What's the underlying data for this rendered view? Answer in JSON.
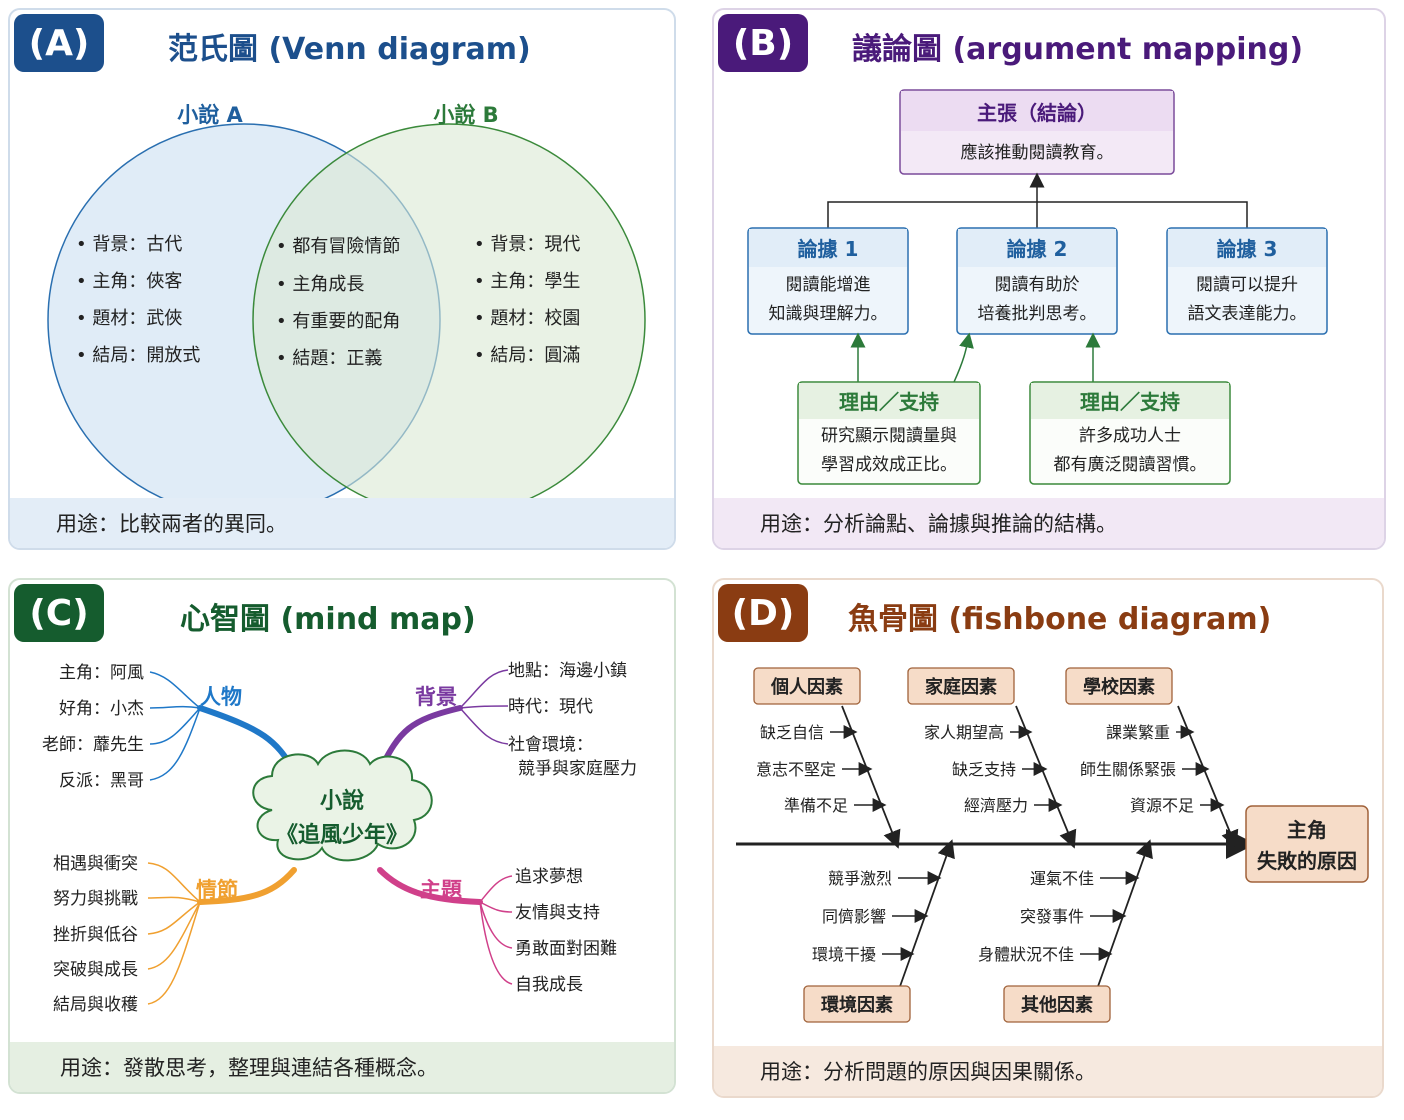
{
  "panels": {
    "A": {
      "badge": "(A)",
      "title": "范氏圖 (Venn diagram)",
      "set_a_label": "小說 A",
      "set_b_label": "小說 B",
      "left_items": [
        "• 背景：古代",
        "• 主角：俠客",
        "• 題材：武俠",
        "• 結局：開放式"
      ],
      "overlap_items": [
        "• 都有冒險情節",
        "• 主角成長",
        "• 有重要的配角",
        "• 結題：正義"
      ],
      "right_items": [
        "• 背景：現代",
        "• 主角：學生",
        "• 題材：校園",
        "• 結局：圓滿"
      ],
      "footer": "用途：比較兩者的異同。"
    },
    "B": {
      "badge": "(B)",
      "title": "議論圖 (argument mapping)",
      "claim": {
        "title": "主張（結論）",
        "text": "應該推動閱讀教育。"
      },
      "evidence": [
        {
          "title": "論據 1",
          "lines": [
            "閱讀能增進",
            "知識與理解力。"
          ]
        },
        {
          "title": "論據 2",
          "lines": [
            "閱讀有助於",
            "培養批判思考。"
          ]
        },
        {
          "title": "論據 3",
          "lines": [
            "閱讀可以提升",
            "語文表達能力。"
          ]
        }
      ],
      "reasons": [
        {
          "title": "理由／支持",
          "lines": [
            "研究顯示閱讀量與",
            "學習成效成正比。"
          ]
        },
        {
          "title": "理由／支持",
          "lines": [
            "許多成功人士",
            "都有廣泛閱讀習慣。"
          ]
        }
      ],
      "footer": "用途：分析論點、論據與推論的結構。"
    },
    "C": {
      "badge": "(C)",
      "title": "心智圖 (mind map)",
      "center_lines": [
        "小說",
        "《追風少年》"
      ],
      "branches": {
        "people": {
          "label": "人物",
          "items": [
            "主角：阿風",
            "好角：小杰",
            "老師：蘼先生",
            "反派：黑哥"
          ]
        },
        "setting": {
          "label": "背景",
          "items": [
            "地點：海邊小鎮",
            "時代：現代",
            "社會環境：",
            "競爭與家庭壓力"
          ]
        },
        "plot": {
          "label": "情節",
          "items": [
            "相遇與衝突",
            "努力與挑戰",
            "挫折與低谷",
            "突破與成長",
            "結局與收穫"
          ]
        },
        "theme": {
          "label": "主題",
          "items": [
            "追求夢想",
            "友情與支持",
            "勇敢面對困難",
            "自我成長"
          ]
        }
      },
      "footer": "用途：發散思考，整理與連結各種概念。"
    },
    "D": {
      "badge": "(D)",
      "title": "魚骨圖 (fishbone diagram)",
      "head_lines": [
        "主角",
        "失敗的原因"
      ],
      "top_categories": [
        {
          "label": "個人因素",
          "causes": [
            "缺乏自信",
            "意志不堅定",
            "準備不足"
          ]
        },
        {
          "label": "家庭因素",
          "causes": [
            "家人期望高",
            "缺乏支持",
            "經濟壓力"
          ]
        },
        {
          "label": "學校因素",
          "causes": [
            "課業繁重",
            "師生關係緊張",
            "資源不足"
          ]
        }
      ],
      "bottom_categories": [
        {
          "label": "環境因素",
          "causes": [
            "競爭激烈",
            "同儕影響",
            "環境干擾"
          ]
        },
        {
          "label": "其他因素",
          "causes": [
            "運氣不佳",
            "突發事件",
            "身體狀況不佳"
          ]
        }
      ],
      "footer": "用途：分析問題的原因與因果關係。"
    }
  },
  "colors": {
    "blue": "#1f5f9e",
    "blue_fill": "#dbe8f5",
    "green": "#2c7a3a",
    "green_fill": "#e2eedd",
    "purple": "#4a1a7a",
    "purple_fill": "#f1e6f5",
    "dark_green": "#155c2e",
    "brown": "#8a3c12",
    "peach": "#f6dcc8",
    "orange": "#f0a030",
    "magenta": "#d0408a",
    "mind_purple": "#7a3aa0"
  }
}
